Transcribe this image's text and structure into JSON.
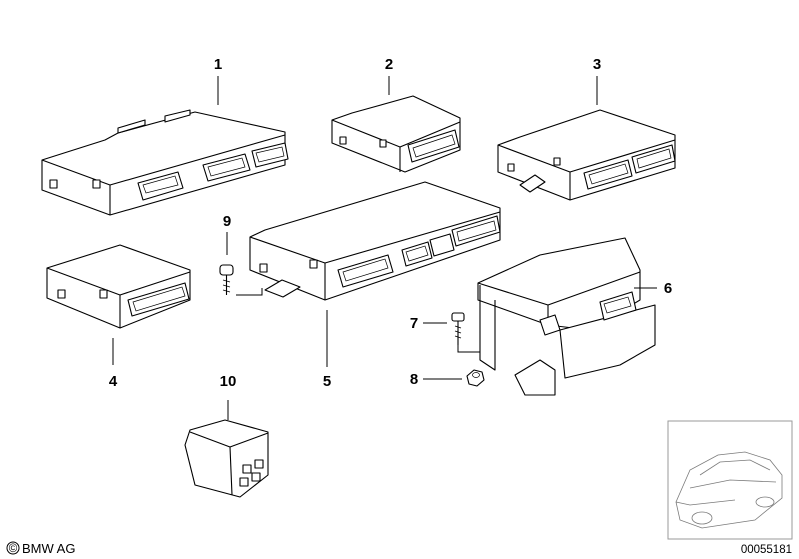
{
  "callouts": [
    "1",
    "2",
    "3",
    "4",
    "5",
    "6",
    "7",
    "8",
    "9",
    "10"
  ],
  "footer": {
    "brand": "BMW AG",
    "copyright_symbol": "©",
    "diagram_number": "00055181"
  },
  "colors": {
    "line": "#000000",
    "background": "#ffffff",
    "car_thumbnail": "#7a7a7a"
  }
}
